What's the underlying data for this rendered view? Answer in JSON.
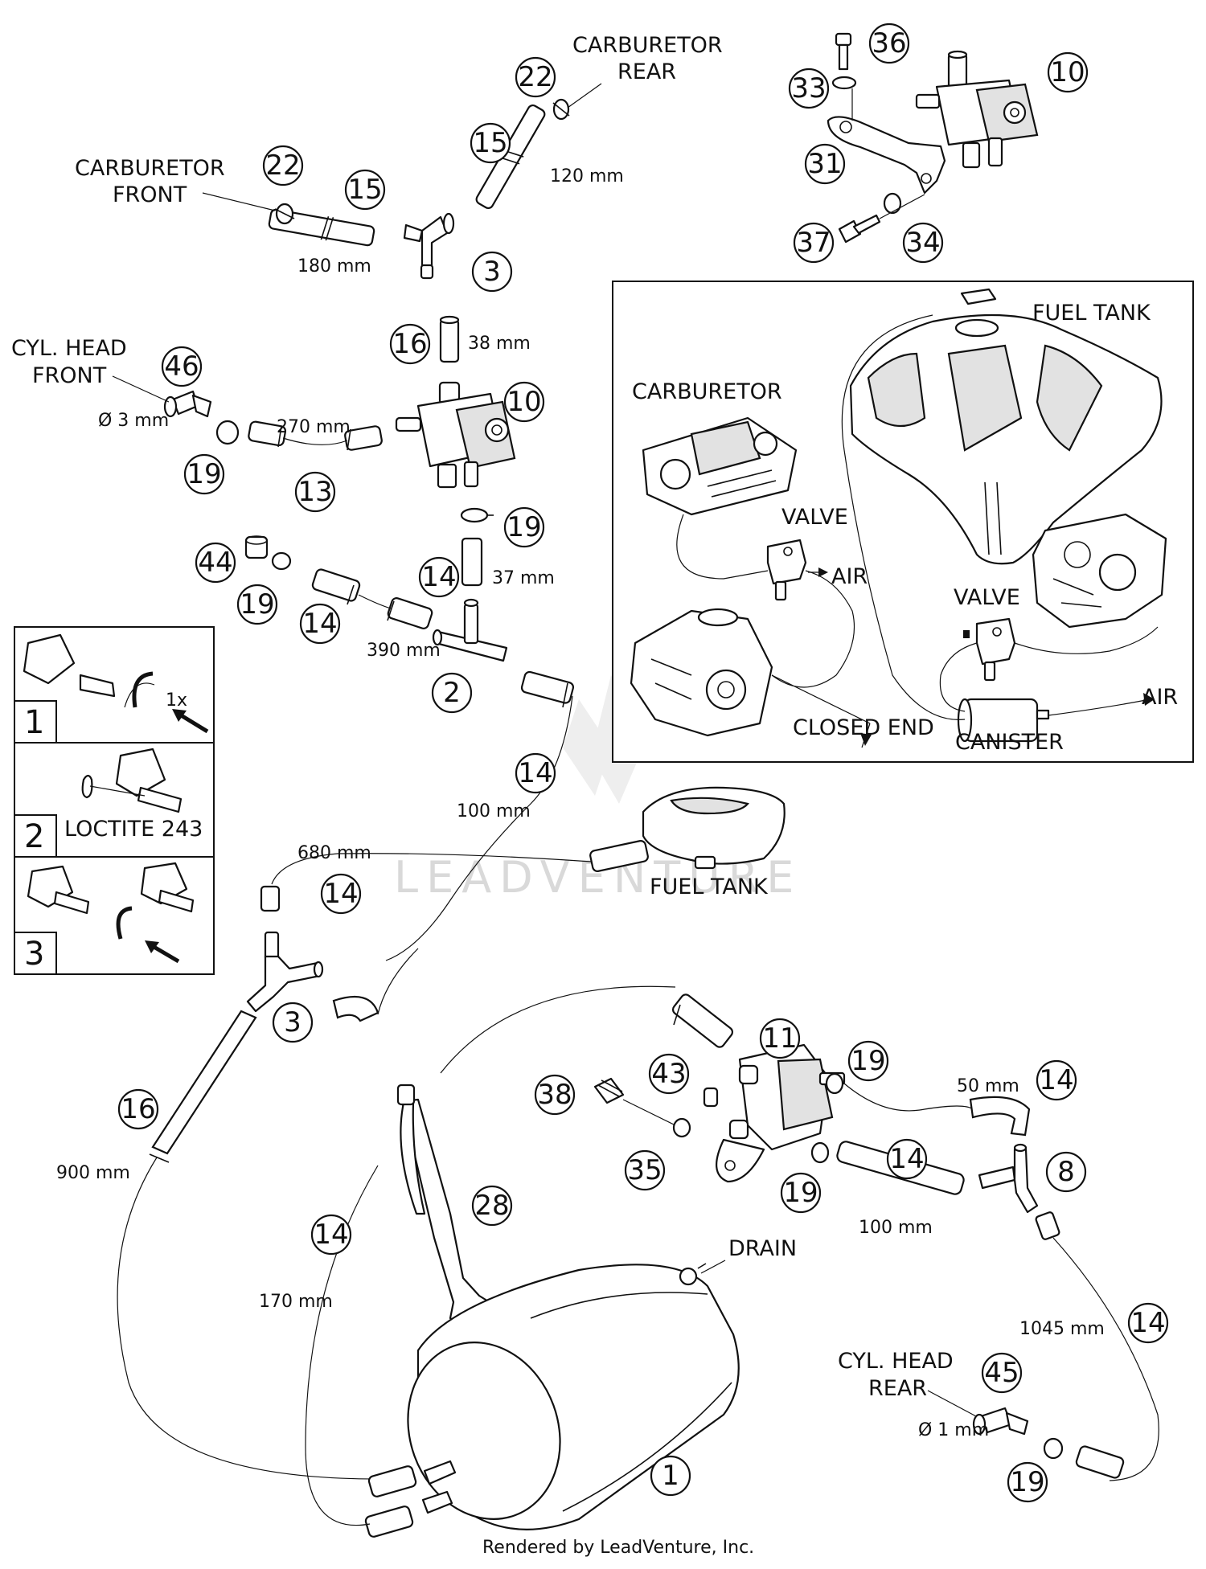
{
  "labels": {
    "carb_rear_1": "CARBURETOR",
    "carb_rear_2": "REAR",
    "carb_front_1": "CARBURETOR",
    "carb_front_2": "FRONT",
    "cyl_front_1": "CYL. HEAD",
    "cyl_front_2": "FRONT",
    "cyl_rear_1": "CYL. HEAD",
    "cyl_rear_2": "REAR",
    "fuel_tank": "FUEL TANK",
    "drain": "DRAIN",
    "loctite": "LOCTITE 243",
    "dia_3": "Ø 3 mm",
    "dia_1": "Ø 1 mm",
    "times": "1x"
  },
  "dimensions": {
    "d120": "120 mm",
    "d180": "180 mm",
    "d38": "38 mm",
    "d270": "270 mm",
    "d37": "37 mm",
    "d390": "390 mm",
    "d100a": "100 mm",
    "d680": "680 mm",
    "d900": "900 mm",
    "d170": "170 mm",
    "d50": "50 mm",
    "d100b": "100 mm",
    "d1045": "1045 mm"
  },
  "inset": {
    "fuel_tank": "FUEL TANK",
    "carburetor": "CARBURETOR",
    "valve1": "VALVE",
    "air1": "AIR",
    "valve2": "VALVE",
    "air2": "AIR",
    "closed_end": "CLOSED END",
    "canister": "CANISTER"
  },
  "steps": [
    "1",
    "2",
    "3"
  ],
  "callouts": {
    "c22a": "22",
    "c15a": "15",
    "c22b": "22",
    "c15b": "15",
    "c3a": "3",
    "c16a": "16",
    "c46": "46",
    "c10a": "10",
    "c19a": "19",
    "c13": "13",
    "c19b": "19",
    "c44": "44",
    "c19c": "19",
    "c14a": "14",
    "c14b": "14",
    "c2": "2",
    "c36": "36",
    "c10b": "10",
    "c33": "33",
    "c31": "31",
    "c37": "37",
    "c34": "34",
    "c14c": "14",
    "c14d": "14",
    "c3b": "3",
    "c16b": "16",
    "c11": "11",
    "c43": "43",
    "c38": "38",
    "c19d": "19",
    "c14e": "14",
    "c35": "35",
    "c19e": "19",
    "c14f": "14",
    "c8": "8",
    "c28": "28",
    "c14g": "14",
    "c14h": "14",
    "c45": "45",
    "c19f": "19",
    "c1": "1"
  },
  "watermark": "LEADVENTURE",
  "footer": "Rendered by LeadVenture, Inc."
}
